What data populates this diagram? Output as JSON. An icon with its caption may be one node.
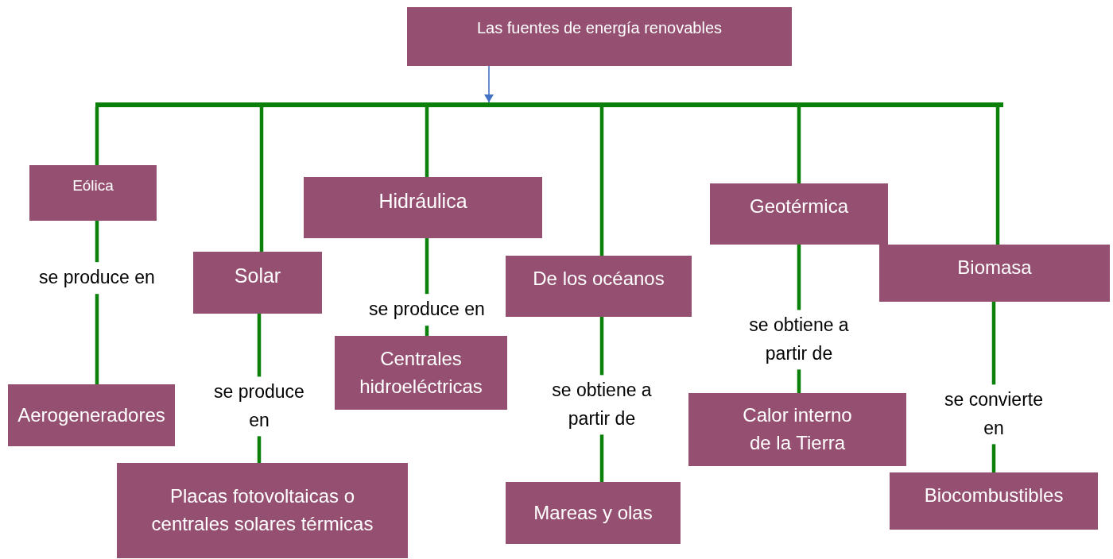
{
  "diagram": {
    "nodes": [
      {
        "text": [
          "Las fuentes de energía renovables"
        ]
      },
      {
        "text": [],
        "shape": "bar"
      },
      {
        "text": [
          "Eólica"
        ]
      },
      {
        "text": [
          "Solar"
        ]
      },
      {
        "text": [
          "Hidráulica"
        ]
      },
      {
        "text": [
          "De los océanos"
        ]
      },
      {
        "text": [
          "Geotérmica"
        ]
      },
      {
        "text": [
          "Biomasa"
        ]
      },
      {
        "text": [
          "Aerogeneradores"
        ]
      },
      {
        "text": [
          "Placas fotovoltaicas o centrales solares térmicas"
        ]
      },
      {
        "text": [
          "Centrales hidroeléctricas"
        ]
      },
      {
        "text": [
          "Mareas y olas"
        ]
      },
      {
        "text": [
          "Calor interno de la Tierra"
        ]
      },
      {
        "text": [
          "Biocombustibles"
        ]
      }
    ],
    "edges": [
      {
        "from": 0,
        "to": 1,
        "arrow": "to",
        "color": "#4472c4"
      },
      {
        "from": 1,
        "to": 2,
        "arrow": "none"
      },
      {
        "from": 1,
        "to": 3,
        "arrow": "none"
      },
      {
        "from": 1,
        "to": 4,
        "arrow": "none"
      },
      {
        "from": 1,
        "to": 5,
        "arrow": "none"
      },
      {
        "from": 1,
        "to": 6,
        "arrow": "none"
      },
      {
        "from": 1,
        "to": 7,
        "arrow": "none"
      },
      {
        "from": 2,
        "to": 8,
        "arrow": "none",
        "label": "se produce en"
      },
      {
        "from": 3,
        "to": 9,
        "arrow": "none",
        "label": "se produce en"
      },
      {
        "from": 4,
        "to": 10,
        "arrow": "none",
        "label": "se produce en"
      },
      {
        "from": 5,
        "to": 11,
        "arrow": "none",
        "label": "se obtiene a partir de"
      },
      {
        "from": 6,
        "to": 12,
        "arrow": "none",
        "label": "se obtiene a partir de"
      },
      {
        "from": 7,
        "to": 13,
        "arrow": "none",
        "label": "se convierte en"
      }
    ]
  }
}
